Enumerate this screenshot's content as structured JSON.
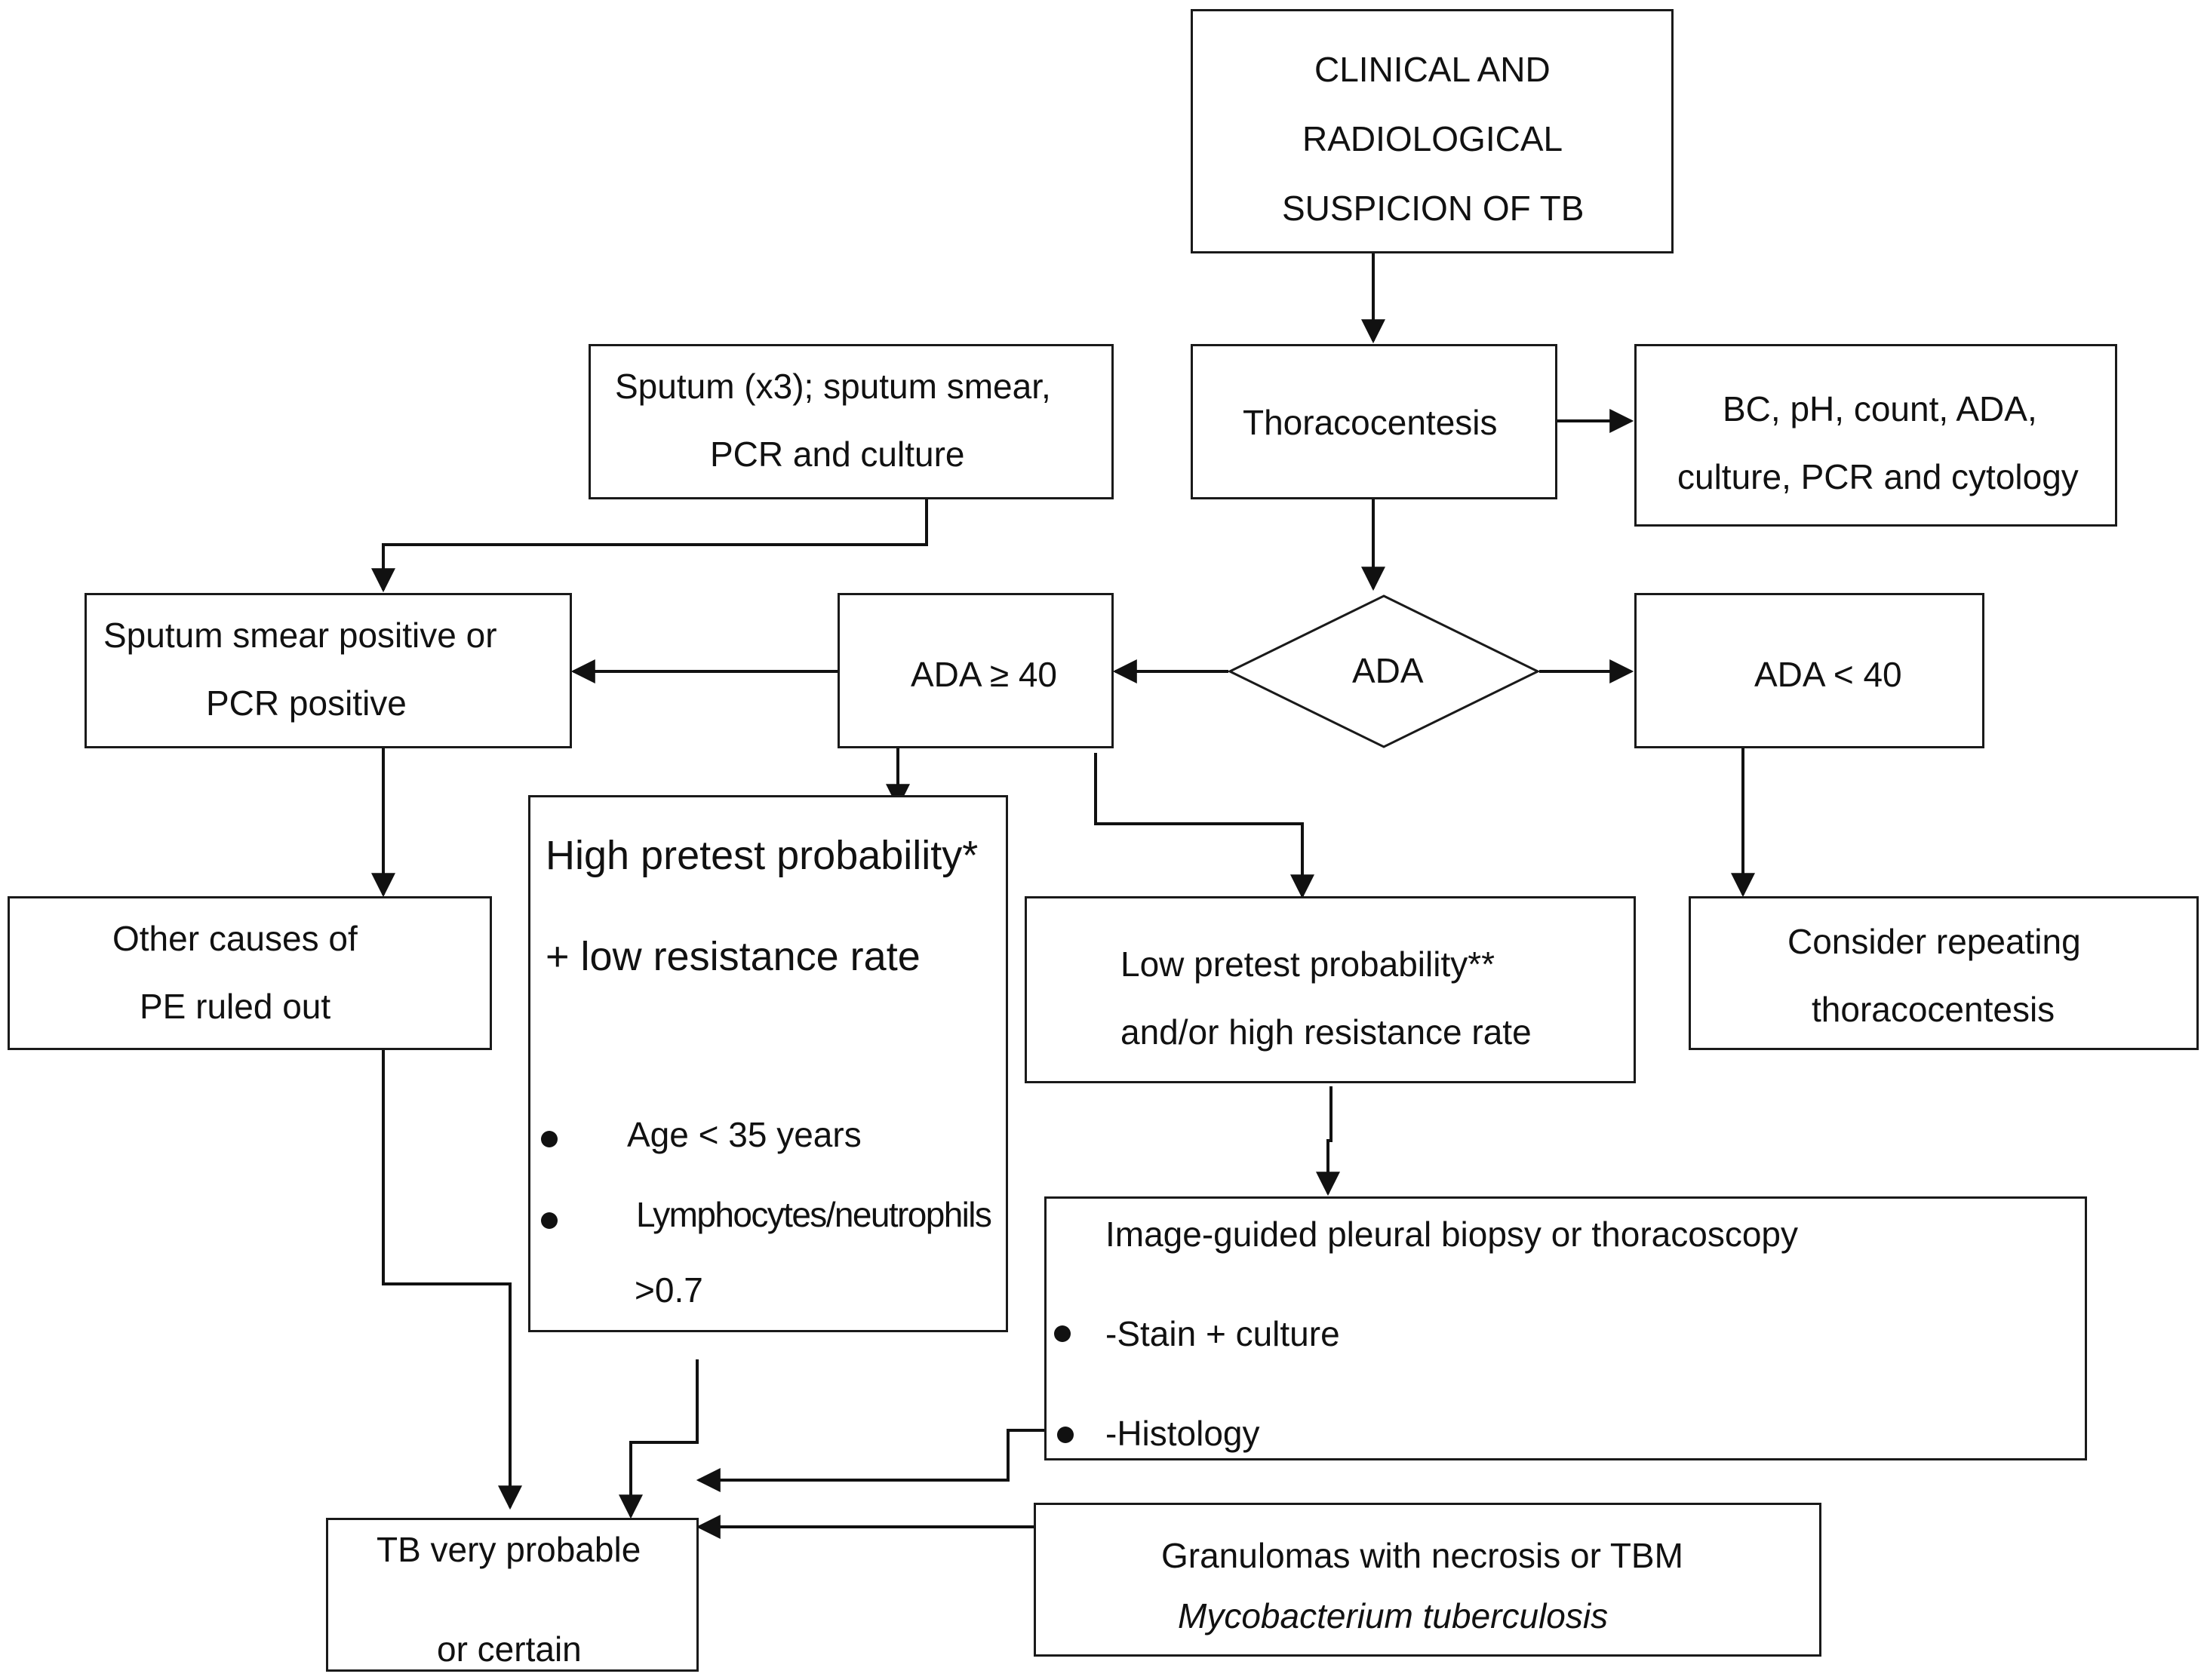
{
  "diagram": {
    "start": {
      "line1": "CLINICAL AND",
      "line2": "RADIOLOGICAL",
      "line3": "SUSPICION OF TB"
    },
    "thoracocentesis": "Thoracocentesis",
    "sputum": {
      "line1": "Sputum (x3); sputum smear,",
      "line2": "PCR and culture"
    },
    "tests": {
      "line1": "BC, pH, count, ADA,",
      "line2": "culture, PCR and cytology"
    },
    "ada_decision": "ADA",
    "ada_high": "ADA ≥ 40",
    "ada_low": "ADA < 40",
    "sputum_positive": {
      "line1": "Sputum smear positive or",
      "line2": "PCR positive"
    },
    "other_causes": {
      "line1": "Other causes of",
      "line2": "PE ruled out"
    },
    "high_pretest": {
      "line1": "High pretest probability*",
      "line2": "+ low resistance rate",
      "bullet1": "Age < 35 years",
      "bullet2_line1": "Lymphocytes/neutrophils",
      "bullet2_line2": ">0.7"
    },
    "low_pretest": {
      "line1": "Low pretest probability**",
      "line2": "and/or high resistance rate"
    },
    "repeat": {
      "line1": "Consider repeating",
      "line2": "thoracocentesis"
    },
    "biopsy": {
      "title": "Image-guided pleural biopsy or thoracoscopy",
      "item1": "-Stain + culture",
      "item2": "-Histology"
    },
    "tb_probable": {
      "line1": "TB very probable",
      "line2": "or certain"
    },
    "granulomas": {
      "line1": "Granulomas with necrosis or TBM",
      "line2": "Mycobacterium tuberculosis"
    }
  }
}
